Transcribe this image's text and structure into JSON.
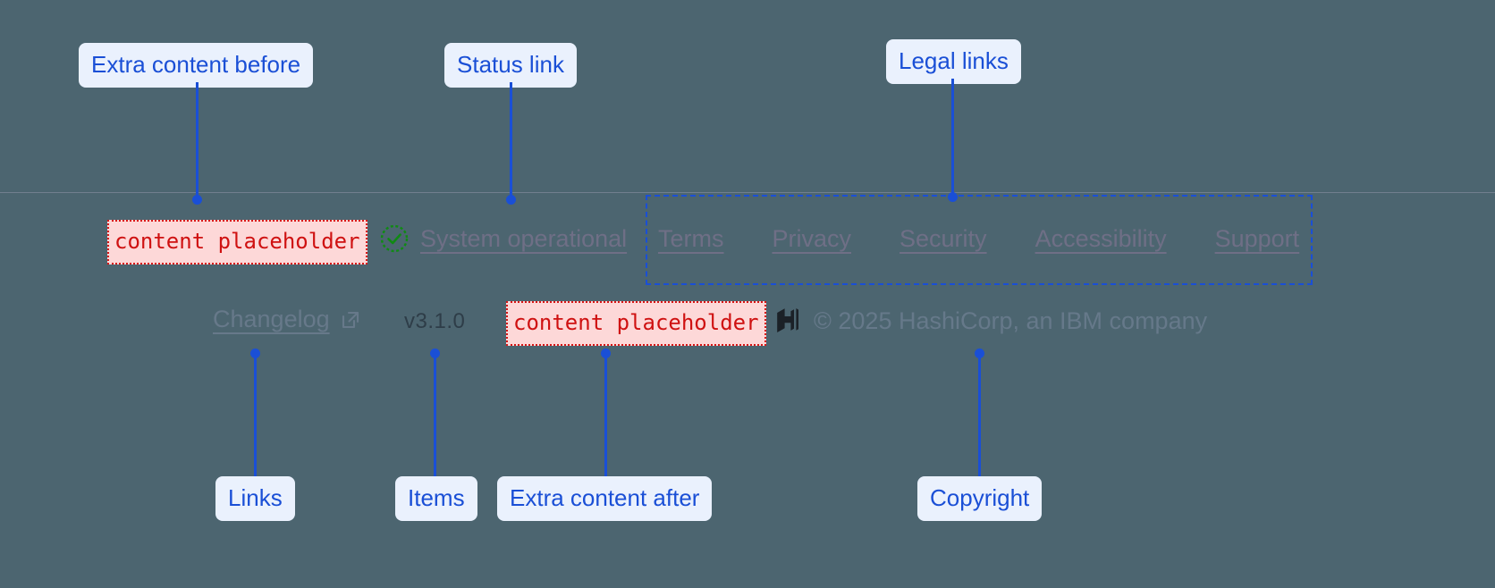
{
  "colors": {
    "background": "#4c6570",
    "callout_bg": "#eaf1fd",
    "callout_text": "#1a4fd6",
    "connector": "#1a4fd6",
    "placeholder_bg": "#fdd8d8",
    "placeholder_border": "#d81616",
    "placeholder_text": "#cf1111",
    "link_text": "#6f6f86",
    "status_ok": "#108a14",
    "logo": "#1b2127",
    "divider": "#a0a0b4"
  },
  "callouts": {
    "extra_before": "Extra content before",
    "status_link": "Status link",
    "legal_links": "Legal links",
    "links": "Links",
    "items": "Items",
    "extra_after": "Extra content after",
    "copyright": "Copyright"
  },
  "footer": {
    "extra_before_slot": "content placeholder",
    "extra_after_slot": "content placeholder",
    "status": {
      "icon": "check-circle-icon",
      "label": "System operational"
    },
    "legal_links": [
      {
        "label": "Terms"
      },
      {
        "label": "Privacy"
      },
      {
        "label": "Security"
      },
      {
        "label": "Accessibility"
      },
      {
        "label": "Support"
      }
    ],
    "changelog": {
      "label": "Changelog",
      "icon": "external-link-icon"
    },
    "version": "v3.1.0",
    "copyright": {
      "logo": "hashicorp-logo",
      "text": "© 2025 HashiCorp, an IBM company"
    }
  }
}
